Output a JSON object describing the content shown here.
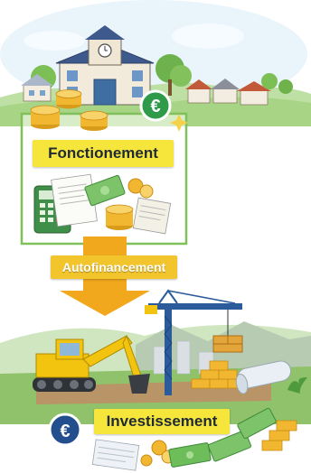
{
  "labels": {
    "top": "Fonctionement",
    "middle": "Autofinancement",
    "bottom": "Investissement"
  },
  "icons": {
    "top_badge": "euro-icon",
    "bottom_badge": "euro-icon"
  },
  "colors": {
    "label_yellow": "#f6e63c",
    "arrow_orange": "#f2a81d",
    "frame_green": "#7fc05a",
    "badge_green": "#2e9a4a",
    "badge_blue": "#234f8f"
  }
}
